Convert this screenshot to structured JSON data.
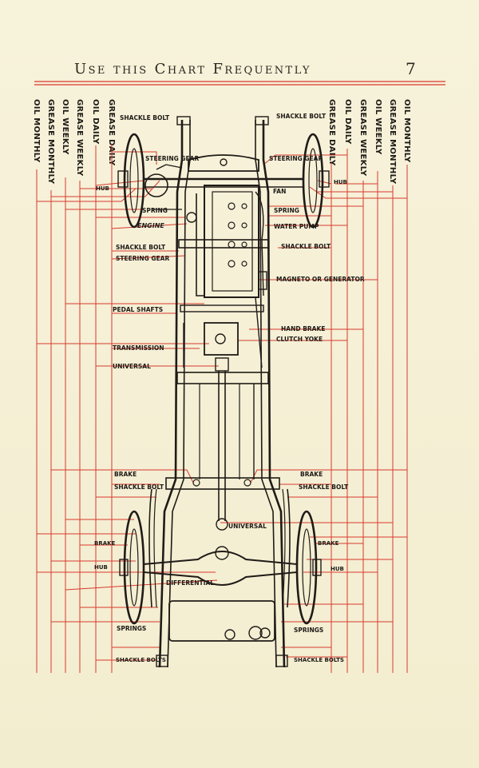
{
  "header": {
    "title": "Use this Chart Frequently",
    "page_number": "7"
  },
  "columns_left": [
    {
      "label": "OIL MONTHLY"
    },
    {
      "label": "GREASE MONTHLY"
    },
    {
      "label": "OIL WEEKLY"
    },
    {
      "label": "GREASE WEEKLY"
    },
    {
      "label": "OIL DAILY"
    },
    {
      "label": "GREASE DAILY"
    }
  ],
  "columns_right": [
    {
      "label": "GREASE DAILY"
    },
    {
      "label": "OIL DAILY"
    },
    {
      "label": "GREASE WEEKLY"
    },
    {
      "label": "OIL WEEKLY"
    },
    {
      "label": "GREASE MONTHLY"
    },
    {
      "label": "OIL MONTHLY"
    }
  ],
  "parts_left": {
    "shackle_bolt_top": "SHACKLE BOLT",
    "steering_gear_top": "STEERING GEAR",
    "hub_front": "HUB",
    "spring_front": "SPRING",
    "engine": "ENGINE",
    "shackle_bolt_mid": "SHACKLE BOLT",
    "steering_gear_mid": "STEERING GEAR",
    "pedal_shafts": "PEDAL SHAFTS",
    "transmission": "TRANSMISSION",
    "universal_front": "UNIVERSAL",
    "brake_mid": "BRAKE",
    "shackle_bolt_rear": "SHACKLE BOLT",
    "brake_rear": "BRAKE",
    "hub_rear": "HUB",
    "differential": "DIFFERENTIAL",
    "springs_rear": "SPRINGS",
    "shackle_bolts_bottom": "SHACKLE BOLTS"
  },
  "parts_right": {
    "shackle_bolt_top": "SHACKLE BOLT",
    "steering_gear_top": "STEERING GEAR",
    "hub_front": "HUB",
    "fan": "FAN",
    "spring_front": "SPRING",
    "water_pump": "WATER PUMP",
    "shackle_bolt_mid": "SHACKLE BOLT",
    "magneto": "MAGNETO OR GENERATOR",
    "hand_brake": "HAND BRAKE",
    "clutch_yoke": "CLUTCH YOKE",
    "brake_mid": "BRAKE",
    "shackle_bolt_rear": "SHACKLE BOLT",
    "universal_rear": "UNIVERSAL",
    "brake_rear": "BRAKE",
    "hub_rear": "HUB",
    "springs_rear": "SPRINGS",
    "shackle_bolts_bottom": "SHACKLE BOLTS"
  },
  "colors": {
    "leader_lines": "#d83a2e",
    "ink": "#1f1b17",
    "paper": "#f6f1d8"
  }
}
